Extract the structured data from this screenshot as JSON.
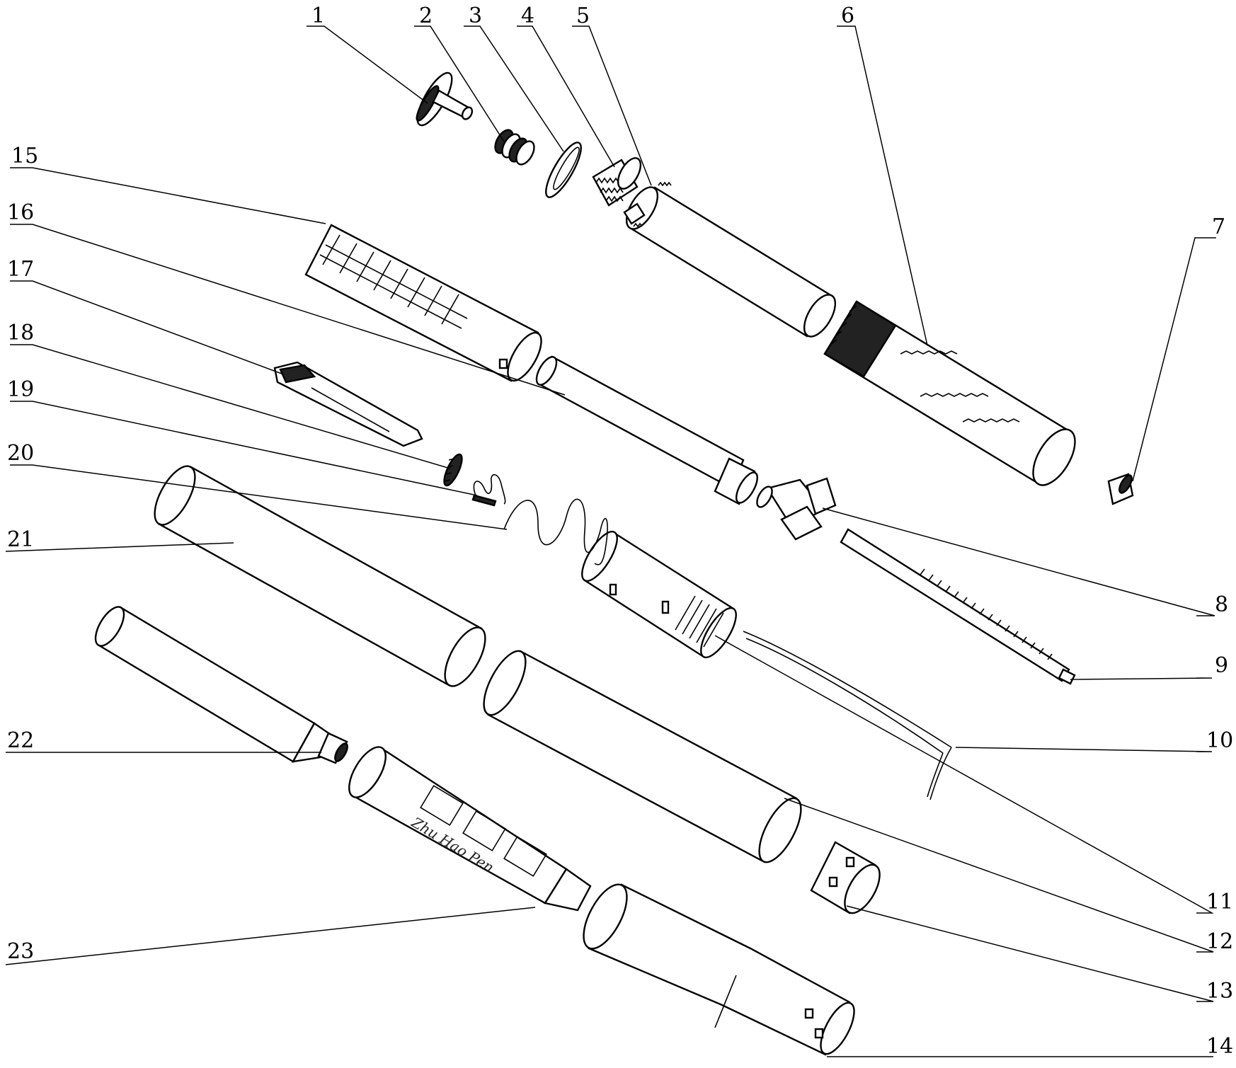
{
  "labels": [
    "1",
    "2",
    "3",
    "4",
    "5",
    "6",
    "7",
    "8",
    "9",
    "10",
    "11",
    "12",
    "13",
    "14",
    "15",
    "16",
    "17",
    "18",
    "19",
    "20",
    "21",
    "22",
    "23"
  ],
  "engraving": "Zhu Hao Pen"
}
